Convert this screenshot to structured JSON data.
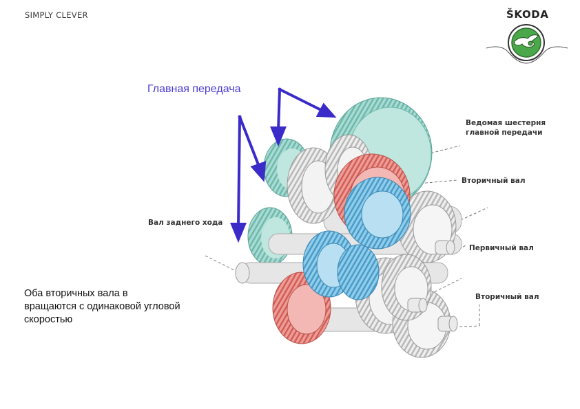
{
  "header": {
    "slogan": "SIMPLY CLEVER",
    "brand": "ŠKODA"
  },
  "diagram": {
    "heading": "Главная передача",
    "labels": {
      "driven_gear_line1": "Ведомая шестерня",
      "driven_gear_line2": "главной передачи",
      "output_shaft_upper": "Вторичный вал",
      "reverse_shaft": "Вал заднего хода",
      "input_shaft": "Первичный вал",
      "output_shaft_lower": "Вторичный вал"
    },
    "note_lines": [
      "Оба вторичных вала в",
      "вращаются с одинаковой угловой",
      "скоростью"
    ],
    "colors": {
      "arrow": "#3b2bc8",
      "heading_text": "#4a3ad0",
      "teal_gear": "#9fd8cf",
      "red_gear": "#e8918c",
      "blue_gear": "#7ec3e6",
      "grey_gear": "#e4e4e4",
      "logo_green": "#4aa84a"
    }
  }
}
